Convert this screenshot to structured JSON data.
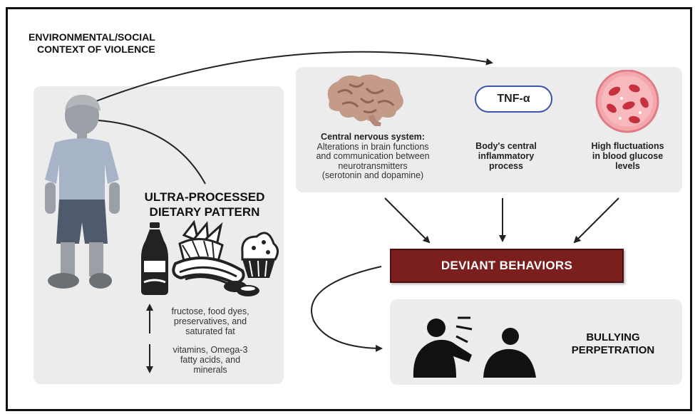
{
  "context": {
    "line1": "ENVIRONMENTAL/SOCIAL",
    "line2": "CONTEXT OF VIOLENCE"
  },
  "diet": {
    "line1": "ULTRA-PROCESSED",
    "line2": "DIETARY PATTERN",
    "increase": [
      "fructose, food dyes,",
      "preservatives, and",
      "saturated fat"
    ],
    "decrease": [
      "vitamins, Omega-3",
      "fatty acids, and",
      "minerals"
    ]
  },
  "mechanisms": {
    "cns": {
      "title": "Central nervous system:",
      "lines": [
        "Alterations in brain functions",
        "and communication between",
        "neurotransmitters",
        "(serotonin and dopamine)"
      ]
    },
    "tnf_label": "TNF-α",
    "inflammation": [
      "Body's central",
      "inflammatory",
      "process"
    ],
    "glucose": [
      "High fluctuations",
      "in blood glucose",
      "levels"
    ]
  },
  "outcome": {
    "deviant": "DEVIANT BEHAVIORS",
    "bullying": [
      "BULLYING",
      "PERPETRATION"
    ]
  },
  "colors": {
    "panel": "#ececec",
    "deviant_fill": "#7b1e1e",
    "tnf_border": "#3a55a8",
    "brain": "#b98a78",
    "blood": "#e05a63"
  }
}
